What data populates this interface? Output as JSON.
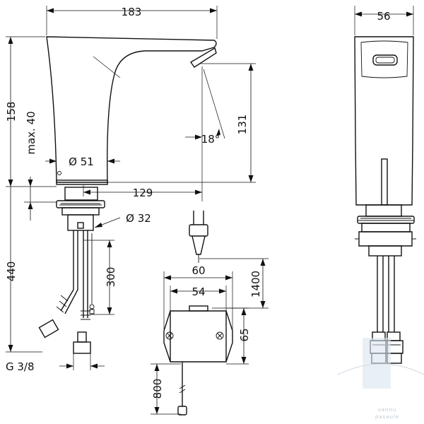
{
  "dimensions": {
    "width_183": "183",
    "width_56": "56",
    "height_158": "158",
    "max_40": "max. 40",
    "diameter_51": "Ø 51",
    "angle_18": "18°",
    "height_131": "131",
    "length_129": "129",
    "diameter_32": "Ø 32",
    "hose_300": "300",
    "hose_440": "440",
    "cable_1400": "1400",
    "box_60": "60",
    "box_54": "54",
    "box_65": "65",
    "cable_800": "800",
    "thread": "G 3/8"
  },
  "watermark": {
    "line1": "vannu",
    "line2": "pasaule"
  },
  "colors": {
    "ink": "#111111",
    "watermark": "#b9c7d3"
  }
}
